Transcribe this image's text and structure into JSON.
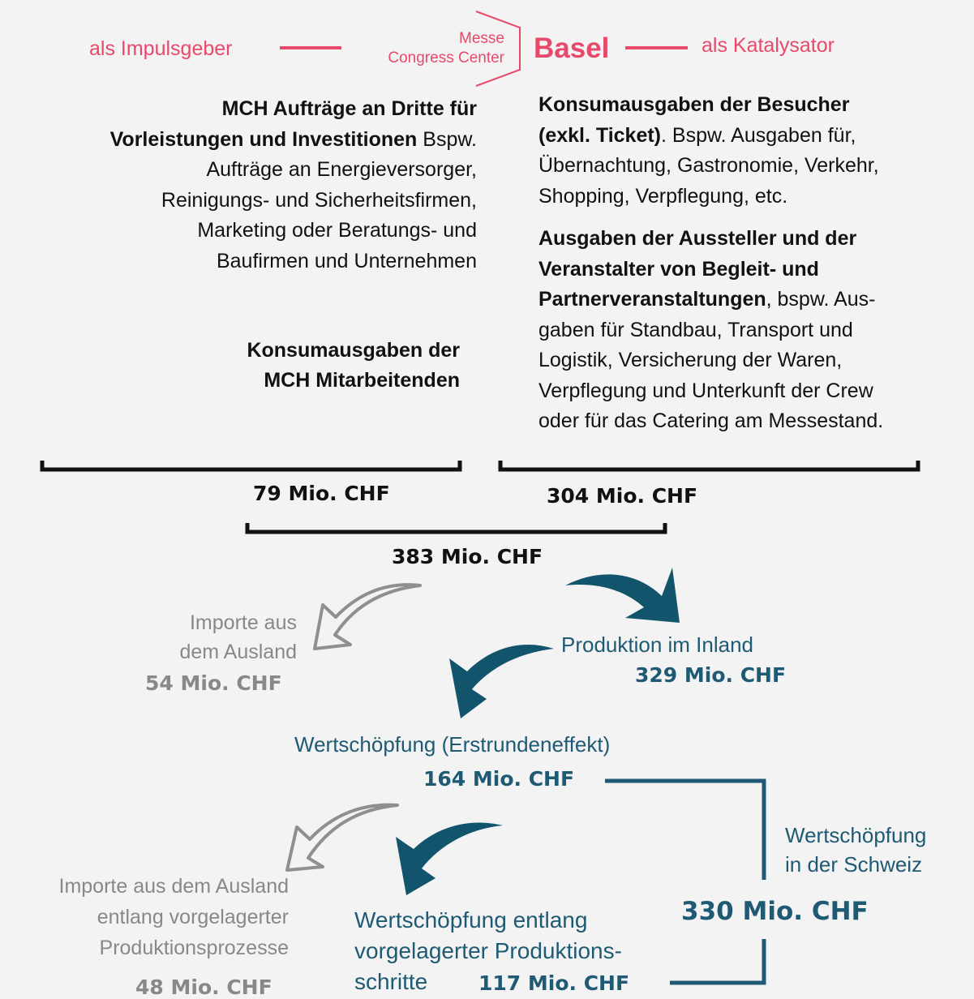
{
  "header": {
    "left_role": "als Impulsgeber",
    "logo_line1": "Messe",
    "logo_line2": "Congress Center",
    "logo_city": "Basel",
    "right_role": "als Katalysator"
  },
  "left_block": {
    "bold_lead": "MCH Aufträge an Dritte für",
    "bold_line2": "Vorleistungen und Investitionen",
    "tail_line2": " Bspw.",
    "lines": [
      "Aufträge an Energieversorger,",
      "Reinigungs- und Sicherheitsfirmen,",
      "Marketing oder Beratungs- und",
      "Baufirmen und Unternehmen"
    ]
  },
  "staff_block": {
    "line1": "Konsumausgaben der",
    "line2": "MCH Mitarbeitenden"
  },
  "right_block1": {
    "bold_line1": "Konsumausgaben der Besucher",
    "bold_line2": "(exkl. Ticket)",
    "tail_line2": ". Bspw. Ausgaben für,",
    "line3": "Übernachtung, Gastronomie, Verkehr,",
    "line4": "Shopping, Verpflegung, etc."
  },
  "right_block2": {
    "bold_line1": "Ausgaben der Aussteller und der",
    "bold_line2": "Veranstalter von Begleit- und",
    "bold_line3": "Partnerveranstaltungen",
    "tail_line3": ", bspw. Aus-",
    "line4": "gaben für Standbau, Transport und",
    "line5": "Logistik, Versicherung der Waren,",
    "line6": "Verpflegung und Unterkunft der Crew",
    "line7": "oder für das Catering am Messestand."
  },
  "amounts": {
    "left": "79 Mio. CHF",
    "right": "304 Mio. CHF",
    "total": "383 Mio. CHF",
    "imports": "54 Mio. CHF",
    "domestic": "329 Mio. CHF",
    "value_added": "164 Mio. CHF",
    "imports_upstream": "48 Mio. CHF",
    "upstream": "117 Mio. CHF",
    "swiss_total": "330 Mio. CHF"
  },
  "labels": {
    "imports_line1": "Importe aus",
    "imports_line2": "dem Ausland",
    "domestic": "Produktion im Inland",
    "value_added": "Wertschöpfung (Erstrundeneffekt)",
    "imports_upstream_line1": "Importe aus dem Ausland",
    "imports_upstream_line2": "entlang vorgelagerter",
    "imports_upstream_line3": "Produktionsprozesse",
    "upstream_line1": "Wertschöpfung entlang",
    "upstream_line2": "vorgelagerter Produktions-",
    "upstream_line3": "schritte",
    "swiss_line1": "Wertschöpfung",
    "swiss_line2": "in der Schweiz"
  },
  "colors": {
    "accent_red": "#e8496b",
    "teal": "#1e5a73",
    "grey": "#888888",
    "dark": "#111111"
  }
}
